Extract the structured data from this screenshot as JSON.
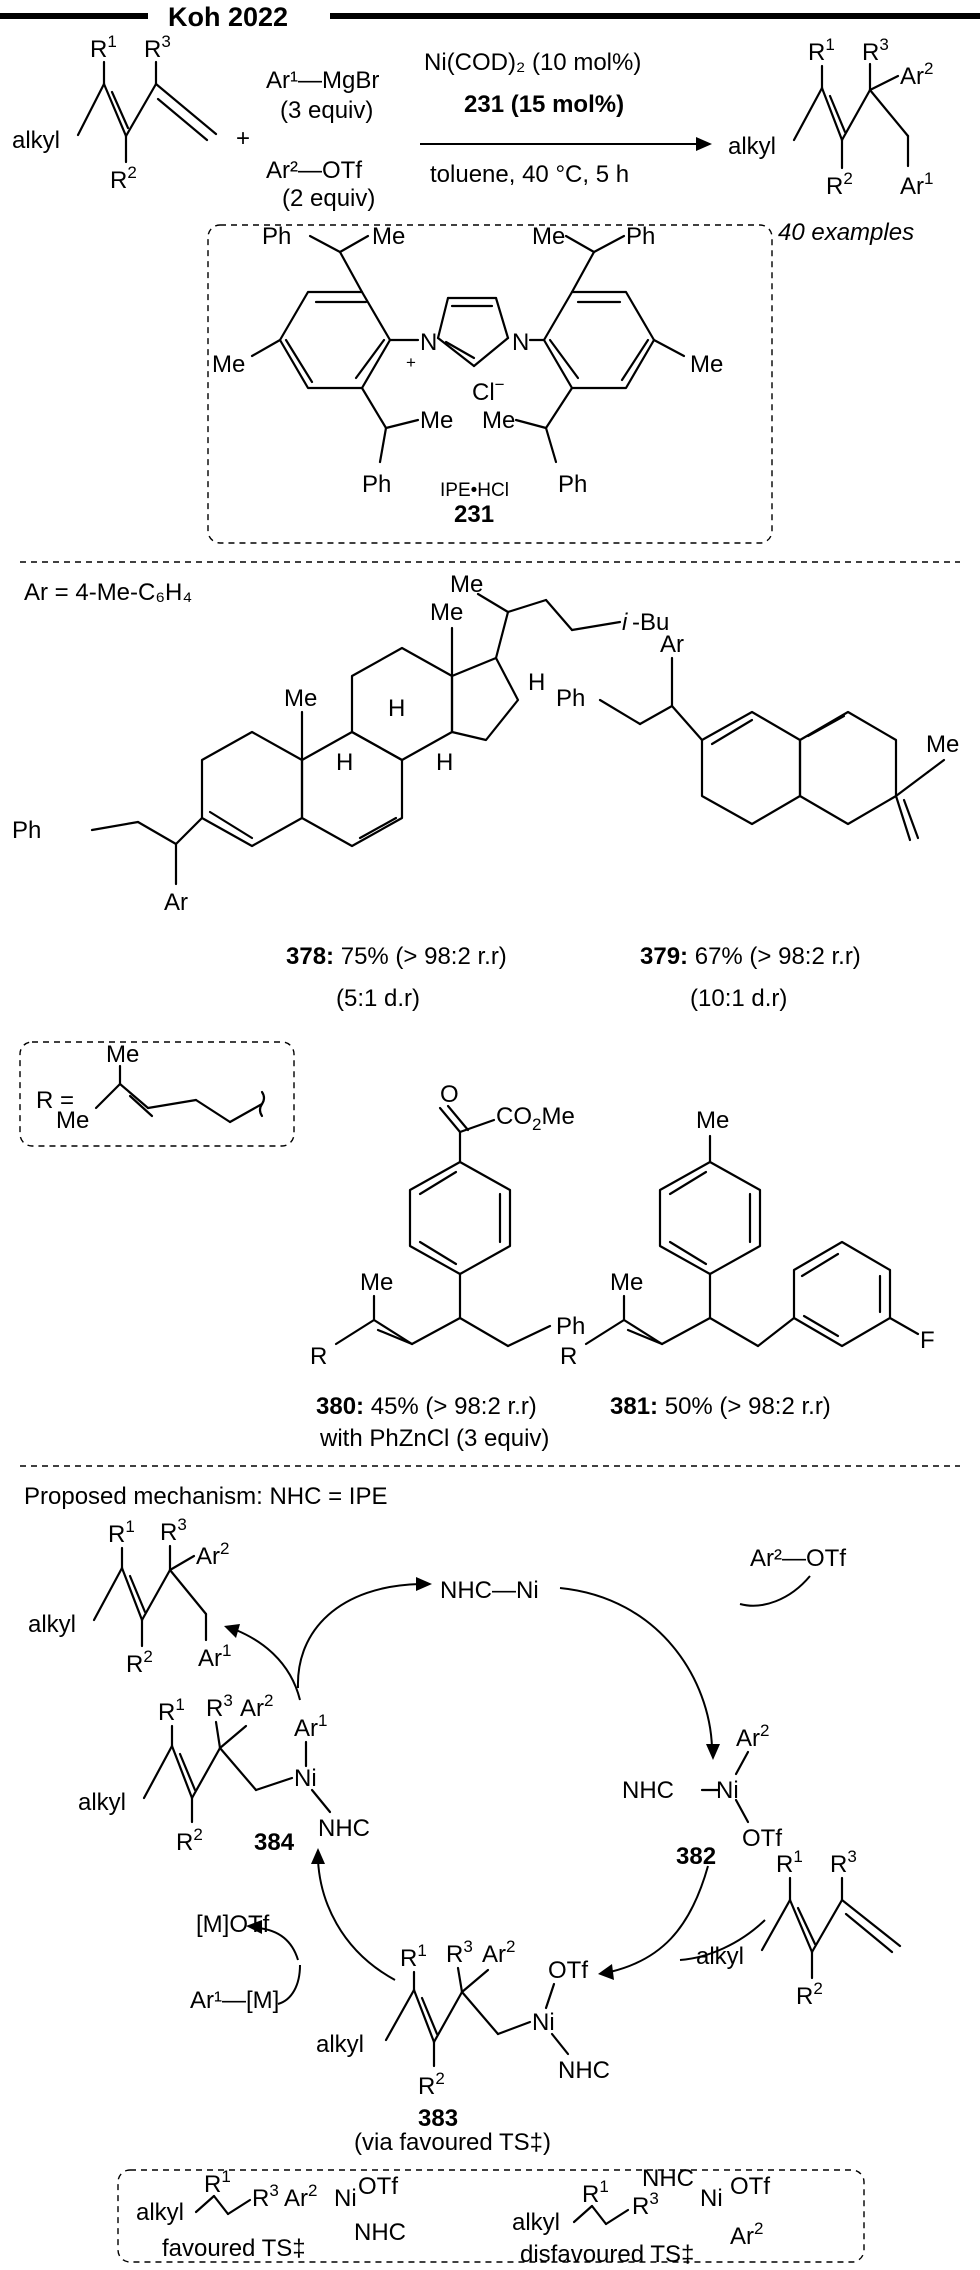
{
  "header": {
    "title": "Koh 2022"
  },
  "scheme": {
    "reagents": {
      "ar1": "Ar¹—MgBr",
      "ar1_eq": "(3 equiv)",
      "ar2": "Ar²—OTf",
      "ar2_eq": "(2 equiv)",
      "plus": "+"
    },
    "conditions": {
      "catalyst": "Ni(COD)₂ (10 mol%)",
      "ligand": "231 (15 mol%)",
      "solvent": "toluene, 40 °C, 5 h"
    },
    "product_note": "40 examples",
    "ligand_name": "IPE•HCl",
    "ligand_number": "231"
  },
  "examples": {
    "ar_def": "Ar = 4-Me-C₆H₄",
    "r_def": "R =",
    "items": [
      {
        "id": "378",
        "yield": "75% (> 98:2 r.r)",
        "dr": "(5:1 d.r)"
      },
      {
        "id": "379",
        "yield": "67% (> 98:2 r.r)",
        "dr": "(10:1 d.r)"
      },
      {
        "id": "380",
        "yield": "45% (> 98:2 r.r)",
        "note": "with PhZnCl (3 equiv)"
      },
      {
        "id": "381",
        "yield": "50% (> 98:2 r.r)"
      }
    ]
  },
  "mechanism": {
    "title": "Proposed mechanism:  NHC = IPE",
    "catalyst": "NHC—Ni",
    "aryl_triflate": "Ar²—OTf",
    "byproduct": "[M]OTf",
    "transmetal": "Ar¹—[M]",
    "intermediates": {
      "i382": "382",
      "i383": "383",
      "i384": "384"
    },
    "via": "(via favoured TS‡)",
    "ts_favoured": "favoured TS‡",
    "ts_disfavoured": "disfavoured TS‡"
  }
}
